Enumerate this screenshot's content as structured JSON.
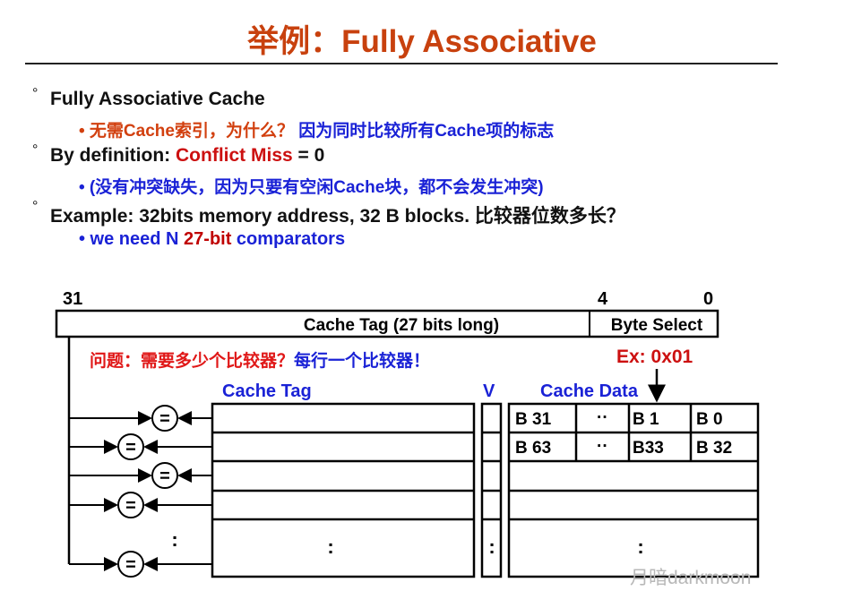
{
  "title": "举例：Fully Associative",
  "bullets": {
    "b1": "Fully Associative Cache",
    "b1_sub_q": "• 无需Cache索引，为什么？",
    "b1_sub_a": "因为同时比较所有Cache项的标志",
    "b2_prefix": "By definition: ",
    "b2_highlight": "Conflict Miss",
    "b2_suffix": " = 0",
    "b2_sub": "• (没有冲突缺失，因为只要有空闲Cache块，都不会发生冲突)",
    "b3": "Example: 32bits memory address, 32 B blocks. 比较器位数多长？",
    "b3_sub_prefix": "•  we need N ",
    "b3_sub_highlight": "27-bit",
    "b3_sub_suffix": " comparators",
    "bullet_marker": "°"
  },
  "diagram": {
    "bit_hi": "31",
    "bit_mid": "4",
    "bit_lo": "0",
    "tag_field": "Cache Tag (27 bits long)",
    "byte_select": "Byte Select",
    "question": "问题：需要多少个比较器？",
    "answer": "每行一个比较器！",
    "example": "Ex: 0x01",
    "col_tag": "Cache Tag",
    "col_v": "V",
    "col_data": "Cache Data",
    "row1": [
      "B 31",
      "··",
      "B 1",
      "B 0"
    ],
    "row2": [
      "B 63",
      "··",
      "B33",
      "B 32"
    ],
    "comparator": "=",
    "ellipsis": ":"
  },
  "watermark": "月暗darkmoon"
}
